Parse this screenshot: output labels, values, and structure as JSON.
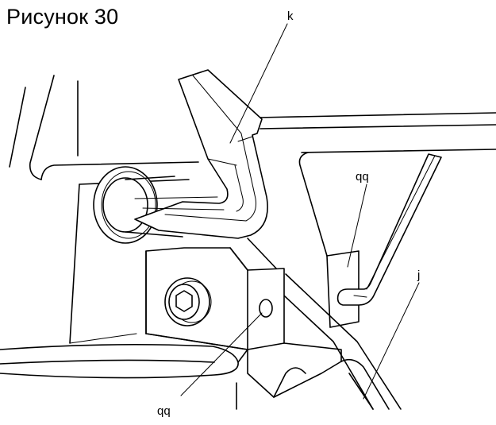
{
  "figure": {
    "title": "Рисунок 30"
  },
  "callouts": {
    "k": "k",
    "qq_top": "qq",
    "j": "j",
    "qq_bottom": "qq"
  }
}
